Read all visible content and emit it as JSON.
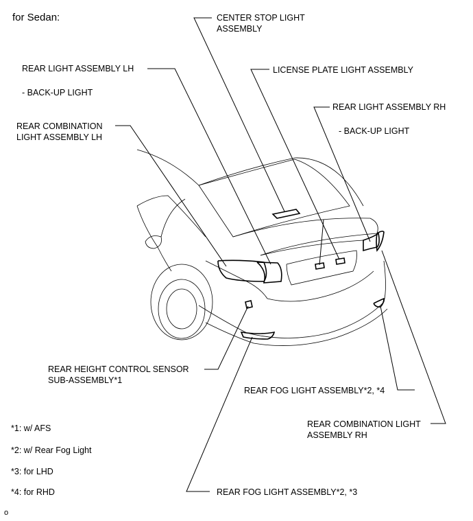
{
  "title": "for Sedan:",
  "labels": {
    "center_stop": [
      "CENTER STOP LIGHT",
      "ASSEMBLY"
    ],
    "rear_light_lh": "REAR LIGHT ASSEMBLY LH",
    "backup_lh": "- BACK-UP LIGHT",
    "license_plate": "LICENSE PLATE LIGHT ASSEMBLY",
    "rear_light_rh": "REAR LIGHT ASSEMBLY RH",
    "backup_rh": "- BACK-UP LIGHT",
    "rear_combination_lh": [
      "REAR COMBINATION",
      "LIGHT ASSEMBLY LH"
    ],
    "height_sensor": [
      "REAR HEIGHT CONTROL SENSOR",
      "SUB-ASSEMBLY*1"
    ],
    "fog_light_4": "REAR FOG LIGHT ASSEMBLY*2, *4",
    "rear_combination_rh": [
      "REAR COMBINATION LIGHT",
      "ASSEMBLY RH"
    ],
    "fog_light_3": "REAR FOG LIGHT ASSEMBLY*2, *3"
  },
  "notes": [
    "*1: w/ AFS",
    "*2: w/ Rear Fog Light",
    "*3: for LHD",
    "*4: for RHD"
  ],
  "corner_mark": "o"
}
